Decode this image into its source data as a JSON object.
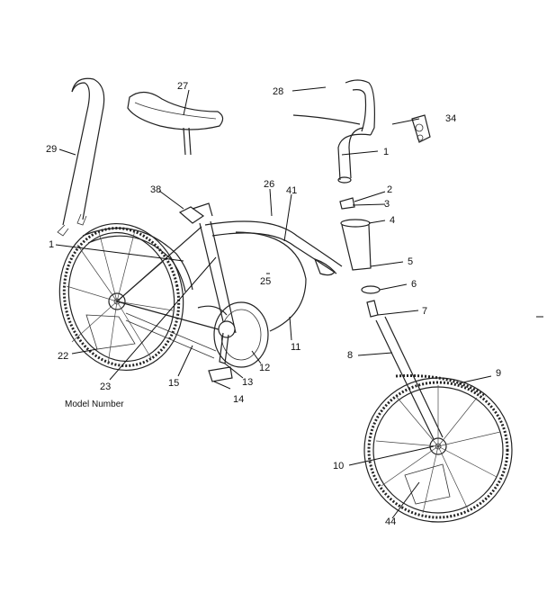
{
  "caption": "Model Number",
  "callouts": [
    "1",
    "1",
    "2",
    "3",
    "4",
    "5",
    "6",
    "7",
    "8",
    "9",
    "10",
    "11",
    "12",
    "13",
    "14",
    "15",
    "22",
    "23",
    "25",
    "26",
    "27",
    "28",
    "29",
    "34",
    "38",
    "41",
    "44"
  ]
}
